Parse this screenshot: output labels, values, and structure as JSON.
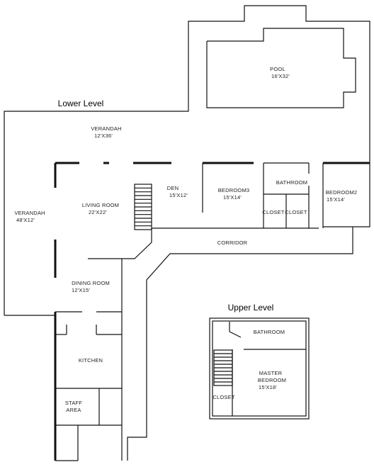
{
  "headings": {
    "lower_level": "Lower Level",
    "upper_level": "Upper Level"
  },
  "rooms": {
    "pool": {
      "name": "POOL",
      "size": "16'X32'"
    },
    "verandah_top": {
      "name": "VERANDAH",
      "size": "12'X36'"
    },
    "verandah_left": {
      "name": "VERANDAH",
      "size": "48'X12'"
    },
    "living_room": {
      "name": "LIVING ROOM",
      "size": "22'X22'"
    },
    "den": {
      "name": "DEN",
      "size": "15'X12'"
    },
    "bedroom3": {
      "name": "BEDROOM3",
      "size": "15'X14'"
    },
    "bathroom_lower": {
      "name": "BATHROOM"
    },
    "closet_a": {
      "name": "CLOSET"
    },
    "closet_b": {
      "name": "CLOSET"
    },
    "bedroom2": {
      "name": "BEDROOM2",
      "size": "15'X14'"
    },
    "corridor": {
      "name": "CORRIDOR"
    },
    "dining_room": {
      "name": "DINING ROOM",
      "size": "12'X15'"
    },
    "kitchen": {
      "name": "KITCHEN"
    },
    "staff_area": {
      "name": "STAFF",
      "name2": "AREA"
    },
    "bathroom_upper": {
      "name": "BATHROOM"
    },
    "master_bedroom": {
      "name": "MASTER",
      "name2": "BEDROOM",
      "size": "15'X18'"
    },
    "closet_upper": {
      "name": "CLOSET"
    }
  }
}
